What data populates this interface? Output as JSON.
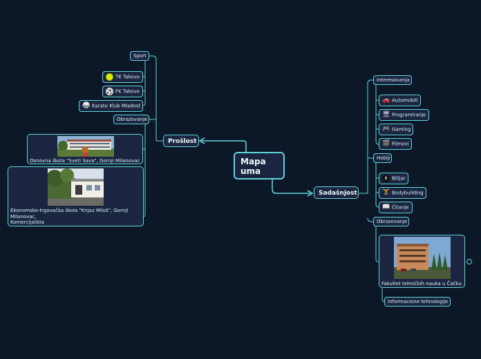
{
  "central": {
    "title": "Mapa uma"
  },
  "left_branch": {
    "label": "Prošlost",
    "sport": {
      "label": "Sport",
      "items": [
        {
          "label": "TK Takovo",
          "icon": "tennis-ball-icon"
        },
        {
          "label": "FK Takovo",
          "icon": "soccer-ball-icon"
        },
        {
          "label": "Karate Klub Mladost",
          "icon": "karate-icon"
        }
      ]
    },
    "education": {
      "label": "Obrazovanje",
      "schools": [
        {
          "caption": "Osnovna škola \"Sveti Sava\", Gornji Milanovac"
        },
        {
          "caption": "Ekonomsko-trgovačka škola \"Knjaz Miloš\", Gornji Milanovac,",
          "caption2": "Komercijalista"
        }
      ]
    }
  },
  "right_branch": {
    "label": "Sadašnjost",
    "interests": {
      "label": "Interesovanja",
      "items": [
        {
          "label": "Automobili",
          "icon": "car-icon"
        },
        {
          "label": "Programiranje",
          "icon": "computer-icon"
        },
        {
          "label": "Gaming",
          "icon": "gamepad-icon"
        },
        {
          "label": "Filmovi",
          "icon": "clapperboard-icon"
        }
      ]
    },
    "hobbies": {
      "label": "Hobiji",
      "items": [
        {
          "label": "Bilijar",
          "icon": "billiard-ball-icon"
        },
        {
          "label": "Bodybuilding",
          "icon": "dumbbell-icon"
        },
        {
          "label": "Čitanje",
          "icon": "book-icon"
        }
      ]
    },
    "education": {
      "label": "Obrazovanje",
      "faculty": {
        "caption": "Fakultet tehničkih nauka u Čačku"
      },
      "sub": {
        "label": "Informacione tehnologije"
      }
    }
  },
  "colors": {
    "background": "#0c1827",
    "line": "#5fd6dc",
    "node_fill": "#1b2540"
  }
}
